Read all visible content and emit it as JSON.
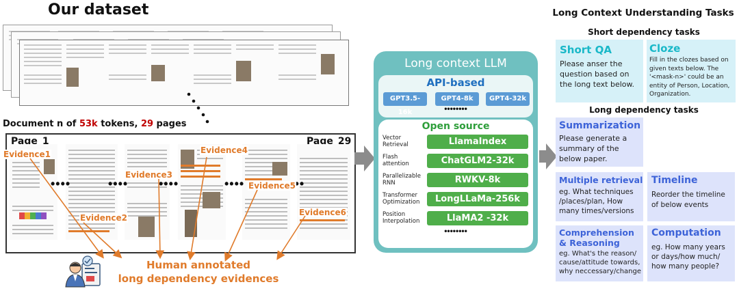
{
  "dataset": {
    "title": "Our dataset",
    "doc_prefix": "Document n of ",
    "doc_tokens": "53k",
    "doc_mid": " tokens, ",
    "doc_pages": "29",
    "doc_suffix": " pages",
    "page_first": "Page_1",
    "page_last": "Page_29",
    "evidences": [
      "Evidence1",
      "Evidence2",
      "Evidence3",
      "Evidence4",
      "Evidence5",
      "Evidence6"
    ],
    "ellipsis": "••••",
    "human_line1": "Human annotated",
    "human_line2": "long dependency evidences"
  },
  "llm": {
    "title": "Long context LLM",
    "api_title": "API-based",
    "api_models": [
      "GPT3.5-16k",
      "GPT4-8k",
      "GPT4-32k"
    ],
    "api_more": "••••••••",
    "open_title": "Open source",
    "open_models": [
      {
        "label": "Vector Retrieval",
        "model": "LlamaIndex"
      },
      {
        "label": "Flash attention",
        "model": "ChatGLM2-32k"
      },
      {
        "label": "Parallelizable RNN",
        "model": "RWKV-8k"
      },
      {
        "label": "Transformer Optimization",
        "model": "LongLLaMa-256k"
      },
      {
        "label": "Position Interpolation",
        "model": "LlaMA2 -32k"
      }
    ],
    "open_more": "••••••••"
  },
  "tasks": {
    "title": "Long Context Understanding Tasks",
    "short_title": "Short dependency tasks",
    "long_title": "Long dependency tasks",
    "short_qa": {
      "head": "Short QA",
      "body": "Please anser the question based on the long text below."
    },
    "cloze": {
      "head": "Cloze",
      "body": "Fill in the clozes based on given texts below. The '<mask-n>' could be an entity of Person, Location, Organization."
    },
    "summarization": {
      "head": "Summarization",
      "body": "Please generate a summary of the below paper."
    },
    "multiple_retrieval": {
      "head": "Multiple retrieval",
      "body": "eg. What techniques /places/plan, How many times/versions"
    },
    "timeline": {
      "head": "Timeline",
      "body": "Reorder the timeline of below events"
    },
    "comprehension": {
      "head": "Comprehension & Reasoning",
      "body": "eg. What's the reason/ cause/attitude towards, why neccessary/change"
    },
    "computation": {
      "head": "Computation",
      "body": "eg. How many years or days/how much/ how many people?"
    }
  },
  "colors": {
    "accent_orange": "#e07b2b",
    "highlight_red": "#c00000",
    "llm_teal": "#6fc0c0",
    "api_blue": "#5b9bd5",
    "open_green": "#4fae4a",
    "short_task_bg": "#d6f1f8",
    "long_task_bg": "#dde3fb",
    "short_task_head": "#19b8c8",
    "long_task_head": "#3d63d8"
  }
}
